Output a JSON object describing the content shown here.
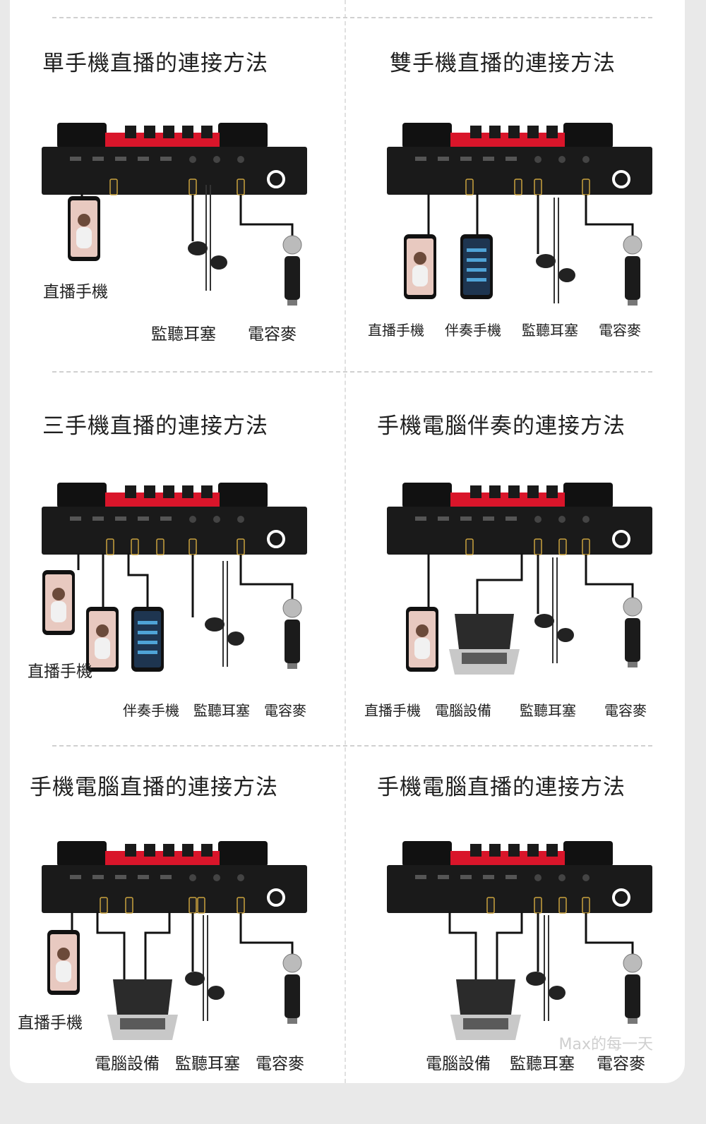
{
  "panels": [
    {
      "title": "單手機直播的連接方法",
      "captions": [
        "直播手機",
        "監聽耳塞",
        "電容麥"
      ],
      "devices": [
        "phone-portrait",
        "earphones",
        "microphone"
      ]
    },
    {
      "title": "雙手機直播的連接方法",
      "captions": [
        "直播手機",
        "伴奏手機",
        "監聽耳塞",
        "電容麥"
      ],
      "devices": [
        "phone-portrait",
        "phone-app",
        "earphones",
        "microphone"
      ]
    },
    {
      "title": "三手機直播的連接方法",
      "captions": [
        "直播手機",
        "伴奏手機",
        "監聽耳塞",
        "電容麥"
      ],
      "devices": [
        "phone-portrait",
        "phone-portrait",
        "phone-app",
        "earphones",
        "microphone"
      ]
    },
    {
      "title": "手機電腦伴奏的連接方法",
      "captions": [
        "直播手機",
        "電腦設備",
        "監聽耳塞",
        "電容麥"
      ],
      "devices": [
        "phone-portrait",
        "laptop",
        "earphones",
        "microphone"
      ]
    },
    {
      "title": "手機電腦直播的連接方法",
      "captions": [
        "直播手機",
        "電腦設備",
        "監聽耳塞",
        "電容麥"
      ],
      "devices": [
        "phone-portrait",
        "laptop",
        "earphones",
        "microphone"
      ]
    },
    {
      "title": "手機電腦直播的連接方法",
      "captions": [
        "電腦設備",
        "監聽耳塞",
        "電容麥"
      ],
      "devices": [
        "laptop",
        "earphones",
        "microphone"
      ]
    }
  ],
  "watermark": "Max的每一天",
  "colors": {
    "accent": "#d9152a",
    "device": "#1a1a1a",
    "background": "#ffffff"
  }
}
